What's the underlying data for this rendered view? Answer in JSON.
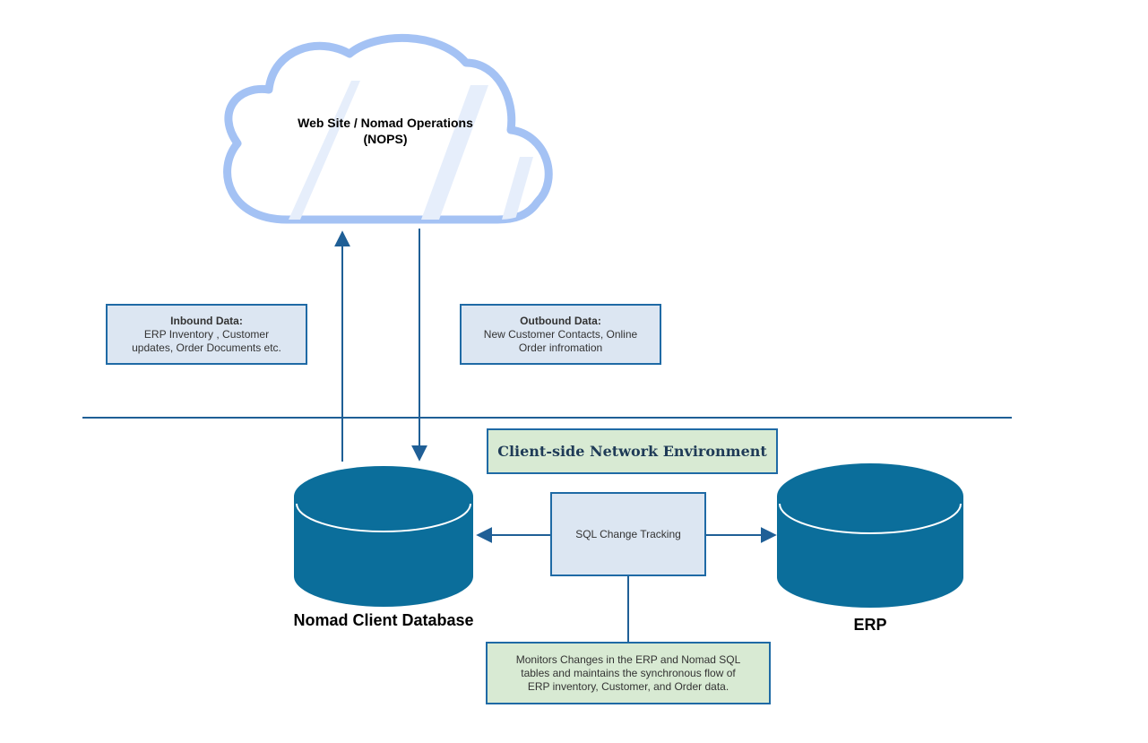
{
  "cloud": {
    "title_line1": "Web Site / Nomad Operations",
    "title_line2": "(NOPS)"
  },
  "inbound": {
    "heading": "Inbound Data:",
    "line1": "ERP Inventory , Customer",
    "line2": "updates, Order Documents etc."
  },
  "outbound": {
    "heading": "Outbound Data:",
    "line1": "New Customer Contacts, Online",
    "line2": "Order infromation"
  },
  "environment": {
    "label": "Client-side Network Environment"
  },
  "sql_tracking": {
    "label": "SQL Change Tracking"
  },
  "nomad_db": {
    "label": "Nomad Client Database"
  },
  "erp_db": {
    "label": "ERP"
  },
  "monitor": {
    "line1": "Monitors Changes in the ERP and Nomad SQL",
    "line2": "tables and maintains the synchronous flow of",
    "line3": "ERP inventory, Customer, and Order data."
  },
  "colors": {
    "cloud_stroke": "#a4c2f4",
    "cylinder_fill": "#0b6e9b",
    "line": "#1f5f96",
    "box_blue": "#dce6f2",
    "box_green": "#d8ead3"
  }
}
